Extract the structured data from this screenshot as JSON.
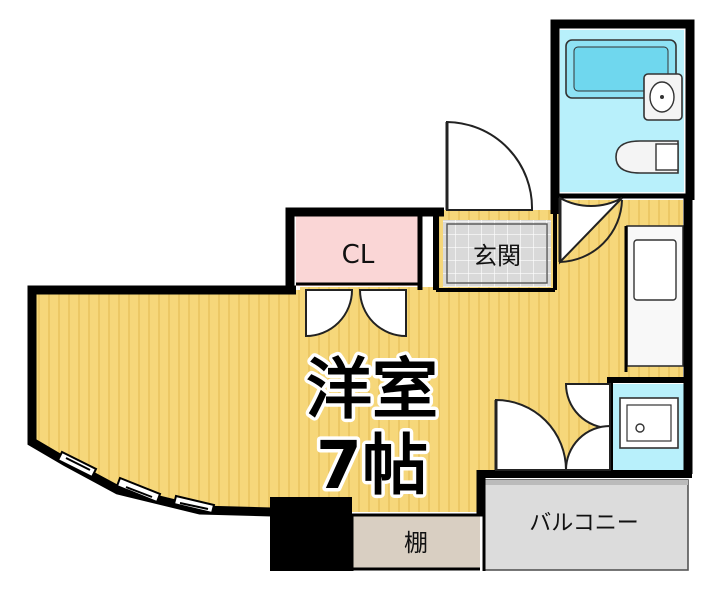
{
  "rooms": {
    "western_room": {
      "label": "洋室",
      "size": "7帖"
    },
    "closet": {
      "label": "CL"
    },
    "entrance": {
      "label": "玄関"
    },
    "shelf": {
      "label": "棚"
    },
    "balcony": {
      "label": "バルコニー"
    }
  },
  "icons": [
    "bathtub-icon",
    "washbasin-icon",
    "toilet-icon",
    "kitchen-sink-icon",
    "washer-pan-icon",
    "door-swing-icon",
    "window-icon"
  ],
  "colors": {
    "wood_floor": "#F6D77A",
    "wood_stripe": "#E8C15C",
    "wet_area": "#B8F0FB",
    "closet": "#FAD6D6",
    "entrance": "#D9D9D9",
    "shelf": "#D9CFC2",
    "balcony": "#DCDCDC",
    "wall": "#000000"
  }
}
